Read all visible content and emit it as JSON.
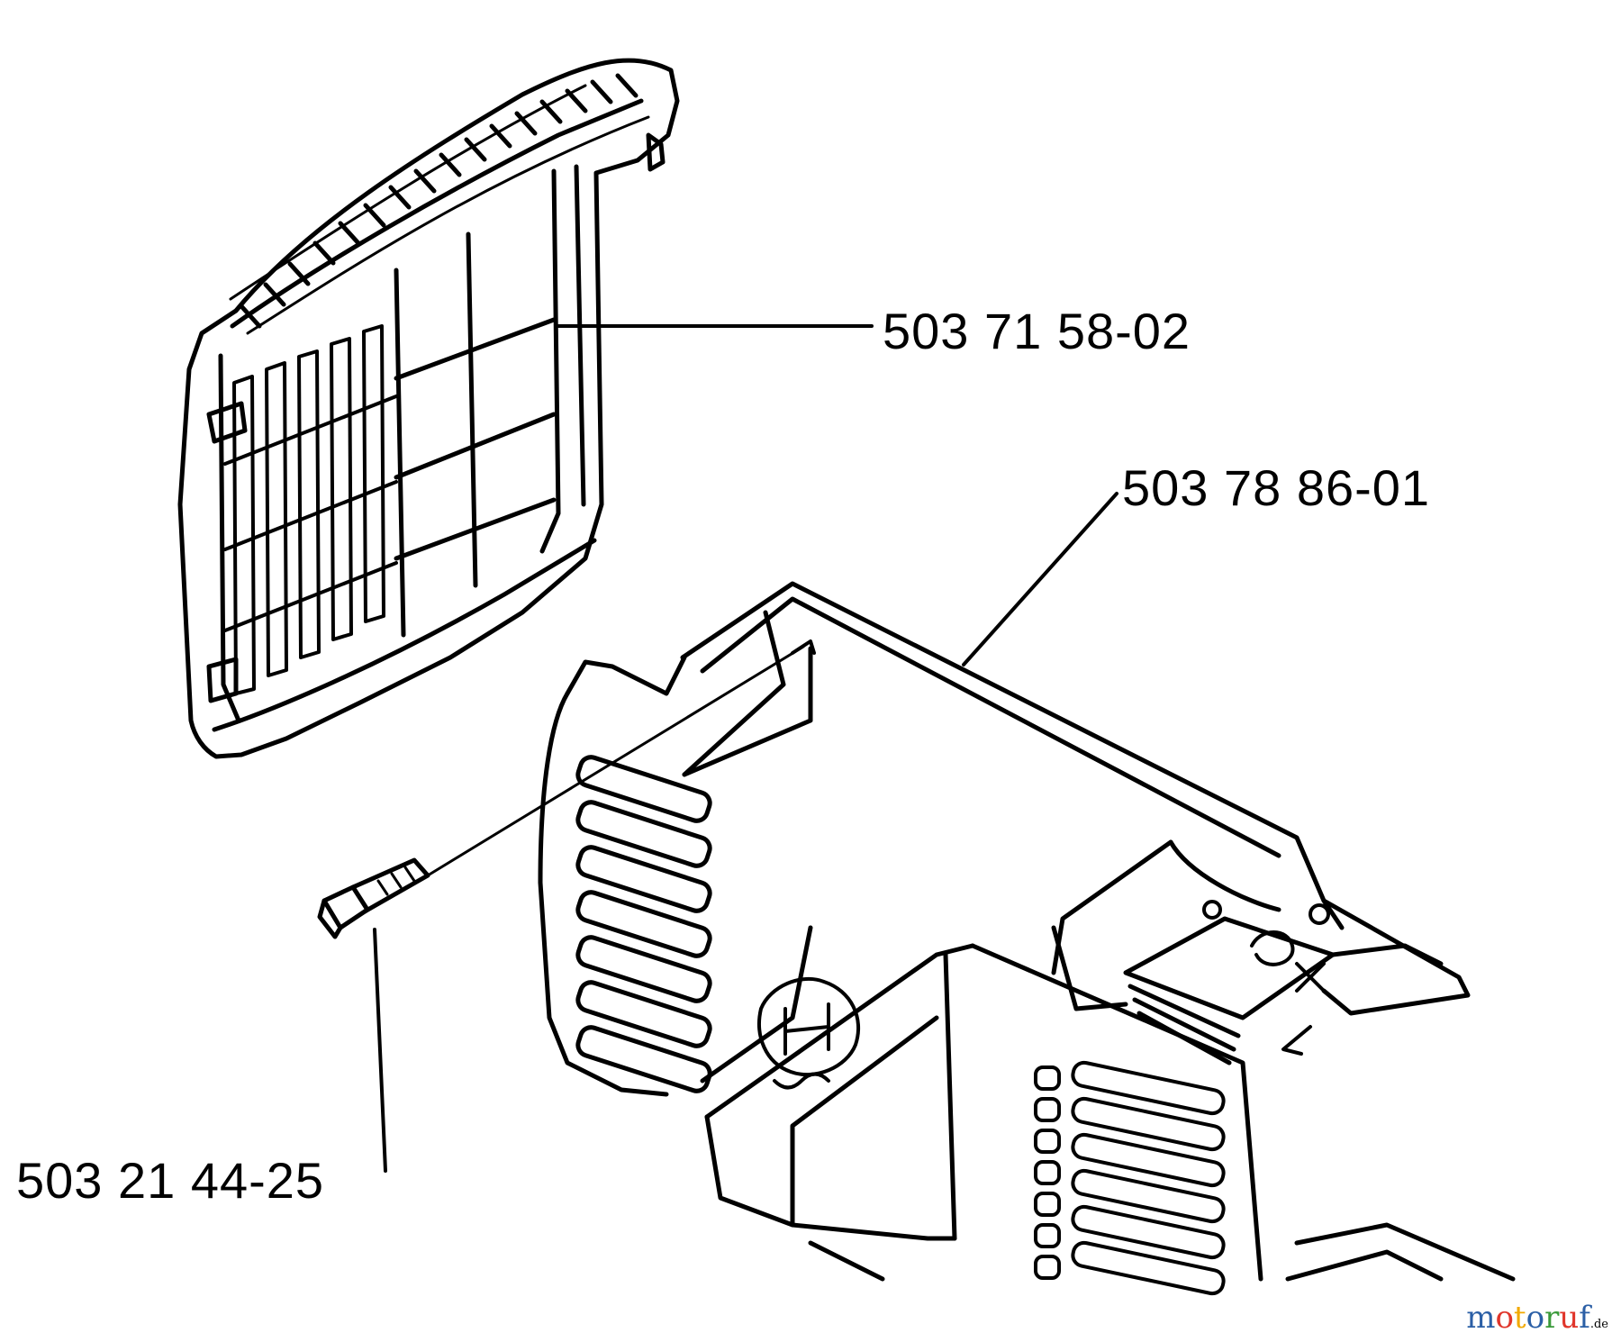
{
  "parts": [
    {
      "id": "filter-cover",
      "part_number": "503 71 58-02"
    },
    {
      "id": "cylinder-cover",
      "part_number": "503 78 86-01"
    },
    {
      "id": "screw",
      "part_number": "503 21 44-25"
    }
  ],
  "watermark": {
    "letters": [
      "m",
      "o",
      "t",
      "o",
      "r",
      "u",
      "f"
    ],
    "letter_colors": [
      "#2b5fa6",
      "#e0352b",
      "#f2a900",
      "#2b5fa6",
      "#3a9a3a",
      "#e0352b",
      "#2b5fa6"
    ],
    "suffix": ".de"
  },
  "colors": {
    "line": "#000000",
    "background": "#ffffff"
  }
}
